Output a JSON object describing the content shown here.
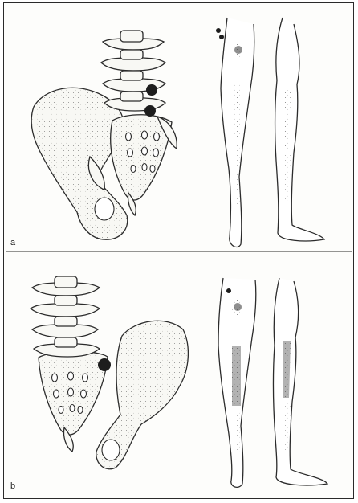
{
  "figure": {
    "panels": [
      {
        "label": "a",
        "lesion_levels": 2
      },
      {
        "label": "b",
        "lesion_levels": 1
      }
    ],
    "colors": {
      "ink": "#1d1d1d",
      "paper": "#fdfdfb",
      "stipple": "#3a3a3a"
    }
  }
}
